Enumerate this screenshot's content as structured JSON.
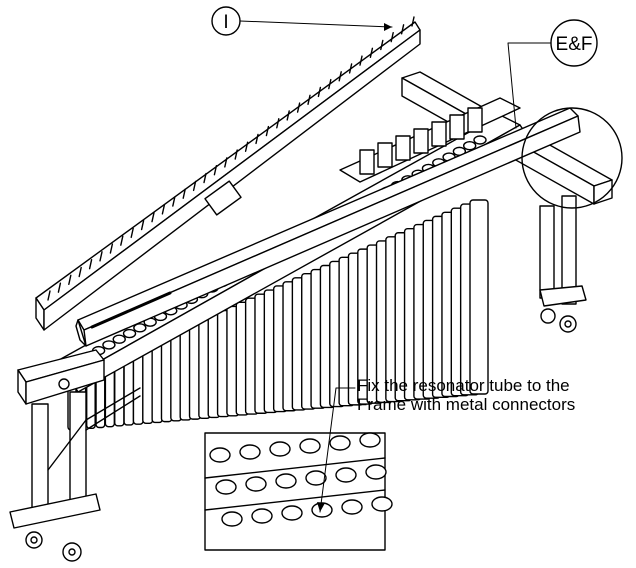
{
  "callouts": {
    "part_i": "I",
    "part_ef": "E&F"
  },
  "note": {
    "line1": "Fix the resonator tube to the",
    "line2": "Frame with metal connectors"
  }
}
